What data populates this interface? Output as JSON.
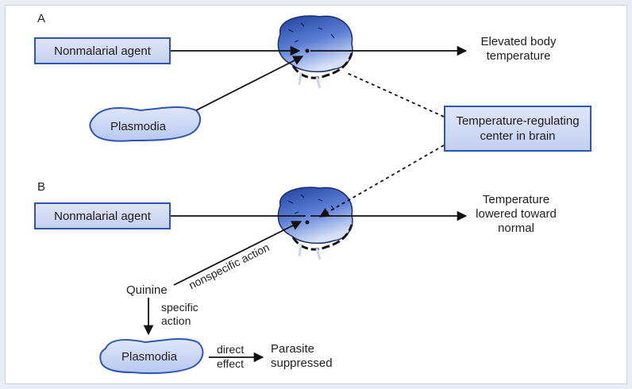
{
  "panel_a": {
    "letter": "A",
    "agent_label": "Nonmalarial agent",
    "outcome_line1": "Elevated body",
    "outcome_line2": "temperature",
    "plasmodia_label": "Plasmodia"
  },
  "center_box": {
    "line1": "Temperature-regulating",
    "line2": "center in brain"
  },
  "panel_b": {
    "letter": "B",
    "agent_label": "Nonmalarial agent",
    "outcome_line1": "Temperature",
    "outcome_line2": "lowered toward",
    "outcome_line3": "normal",
    "nonspecific_label": "nonspecific action",
    "quinine_label": "Quinine",
    "specific_line1": "specific",
    "specific_line2": "action",
    "plasmodia_label": "Plasmodia",
    "direct_line1": "direct",
    "direct_line2": "effect",
    "parasite_line1": "Parasite",
    "parasite_line2": "suppressed"
  },
  "colors": {
    "box_border": "#2b55b8",
    "box_fill": "#d3dcf4",
    "brain_dark": "#1f47a8",
    "brain_light": "#c9d6f4"
  }
}
